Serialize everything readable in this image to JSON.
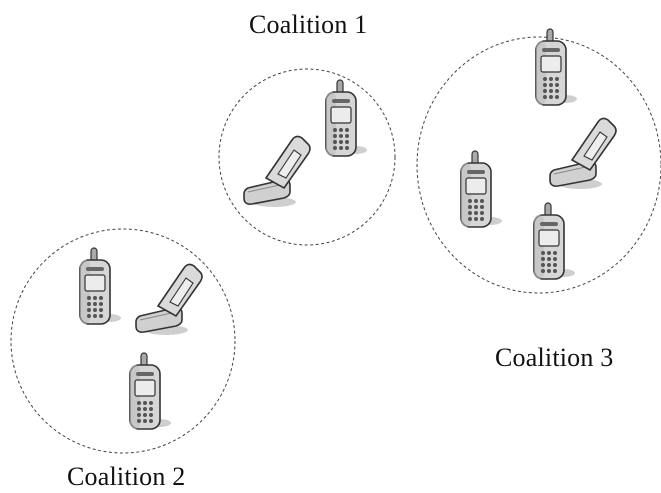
{
  "diagram": {
    "coalitions": [
      {
        "id": "c1",
        "label": "Coalition 1",
        "devices": [
          "bar-phone",
          "flip-phone"
        ]
      },
      {
        "id": "c2",
        "label": "Coalition 2",
        "devices": [
          "bar-phone",
          "flip-phone",
          "bar-phone"
        ]
      },
      {
        "id": "c3",
        "label": "Coalition 3",
        "devices": [
          "bar-phone",
          "flip-phone",
          "bar-phone",
          "bar-phone"
        ]
      }
    ],
    "colors": {
      "boundary": "#444444",
      "phone_body": "#d6d6d6",
      "screen": "#e9e9e9",
      "keys": "#5a5a5a",
      "shadow": "#c8c8c8"
    }
  }
}
